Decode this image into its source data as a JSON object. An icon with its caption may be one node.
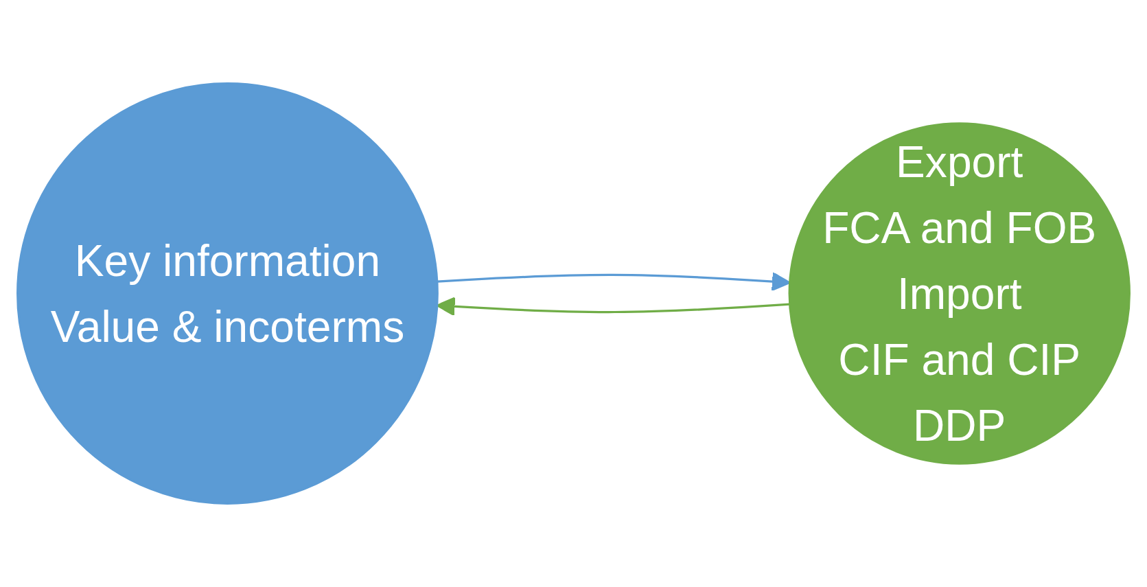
{
  "diagram": {
    "nodes": [
      {
        "text": [
          "Key information",
          "Value & incoterms"
        ]
      },
      {
        "text": [
          "Export",
          "FCA and FOB",
          "Import",
          "CIF and CIP",
          "DDP"
        ]
      }
    ],
    "edges": [
      {
        "from": 0,
        "to": 1,
        "arrow": "to",
        "color": "#5b9bd5"
      },
      {
        "from": 1,
        "to": 0,
        "arrow": "to",
        "color": "#70ad47"
      }
    ]
  }
}
